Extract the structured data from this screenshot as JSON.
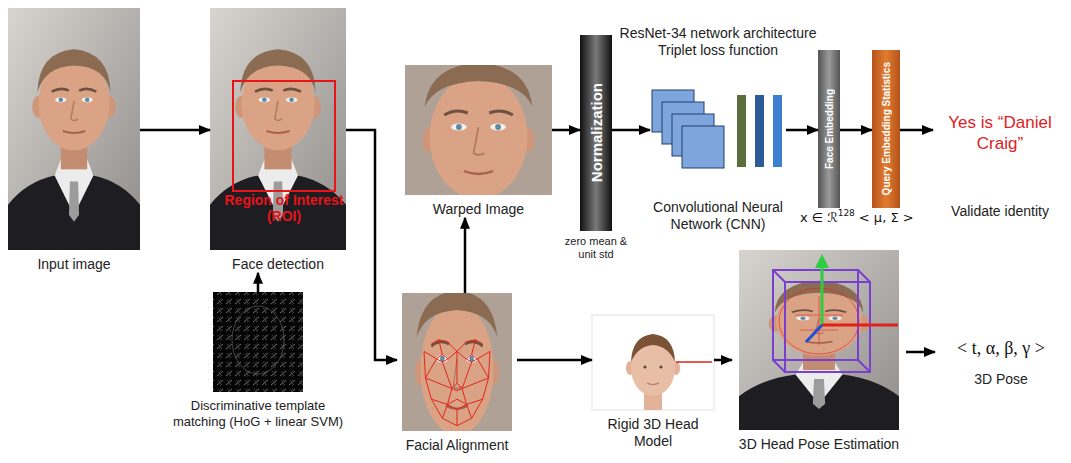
{
  "diagram": {
    "nodes": [
      {
        "text": [
          "Input image"
        ]
      },
      {
        "text": [
          "Face detection"
        ]
      },
      {
        "text": [
          "Region of Interest (ROI)"
        ],
        "in": 1
      },
      {
        "text": [
          "Warped Image"
        ]
      },
      {
        "text": [
          "Normalization",
          "zero mean & unit std"
        ]
      },
      {
        "text": [
          "ResNet-34 network architecture Triplet loss function",
          "Convolutional Neural Network (CNN)"
        ]
      },
      {
        "text": [
          "Face Embedding"
        ]
      },
      {
        "text": [
          "Query Embedding Statistics"
        ]
      },
      {
        "text": [
          "Yes is “Daniel Craig”",
          "Validate identity"
        ]
      },
      {
        "text": [
          "Discriminative template matching (HoG + linear SVM)"
        ]
      },
      {
        "text": [
          "Facial Alignment"
        ]
      },
      {
        "text": [
          "Rigid 3D Head Model"
        ]
      },
      {
        "text": [
          "3D Head Pose Estimation"
        ]
      },
      {
        "text": [
          "< t, α, β, γ >",
          "3D Pose"
        ]
      }
    ],
    "edges": [
      {
        "from": 0,
        "to": 1,
        "arrow": "to"
      },
      {
        "from": 1,
        "to": 10,
        "arrow": "to"
      },
      {
        "from": 10,
        "to": 3,
        "arrow": "to"
      },
      {
        "from": 3,
        "to": 4,
        "arrow": "to"
      },
      {
        "from": 4,
        "to": 5,
        "arrow": "to"
      },
      {
        "from": 5,
        "to": 6,
        "arrow": "to"
      },
      {
        "from": 6,
        "to": 7,
        "arrow": "to"
      },
      {
        "from": 7,
        "to": 8,
        "arrow": "to"
      },
      {
        "from": 9,
        "to": 1,
        "arrow": "to"
      },
      {
        "from": 10,
        "to": 11,
        "arrow": "to"
      },
      {
        "from": 11,
        "to": 12,
        "arrow": "to"
      },
      {
        "from": 12,
        "to": 13,
        "arrow": "to"
      }
    ],
    "labels": [
      "x ∈ ℛ",
      "128",
      "< μ, Σ >"
    ]
  }
}
